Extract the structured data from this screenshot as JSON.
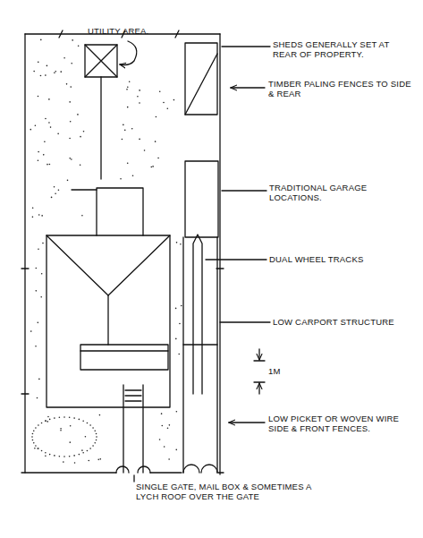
{
  "diagram": {
    "labels": [
      "UTILITY AREA.",
      "SHEDS GENERALLY SET AT REAR OF PROPERTY.",
      "TIMBER PALING FENCES TO SIDE & REAR",
      "TRADITIONAL GARAGE LOCATIONS.",
      "DUAL WHEEL TRACKS",
      "LOW CARPORT STRUCTURE",
      "1M",
      "LOW PICKET OR WOVEN WIRE SIDE & FRONT FENCES.",
      "SINGLE GATE, MAIL BOX & SOMETIMES A LYCH ROOF OVER THE GATE"
    ]
  }
}
